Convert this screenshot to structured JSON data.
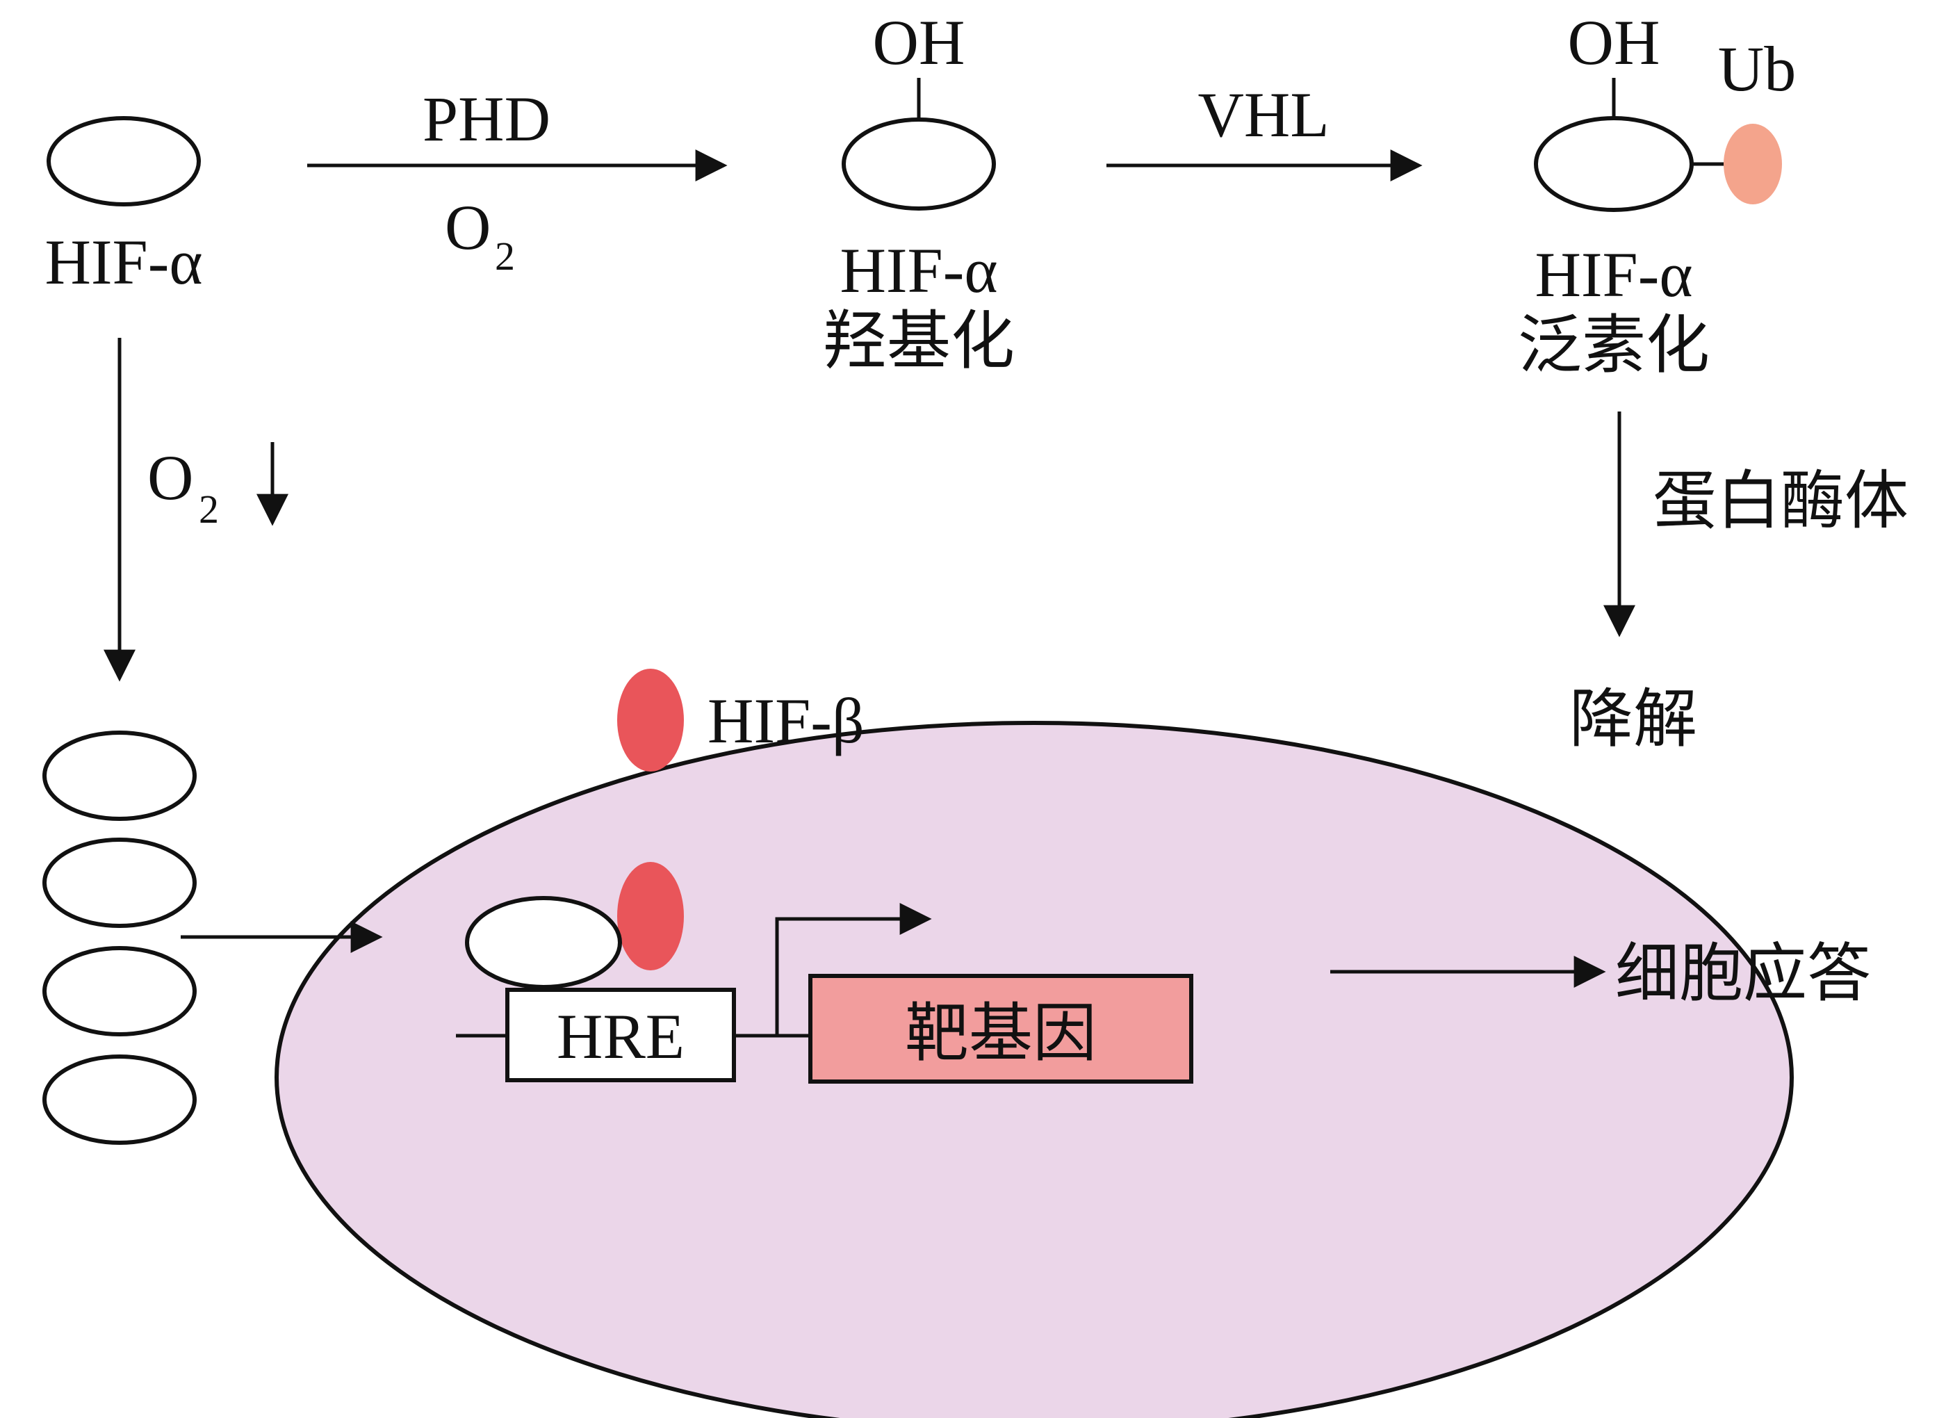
{
  "labels": {
    "hif_alpha": "HIF-α",
    "phd": "PHD",
    "o2": "O",
    "o2_sub": "2",
    "oh": "OH",
    "hydroxylation": "羟基化",
    "vhl": "VHL",
    "ub": "Ub",
    "ubiquitination": "泛素化",
    "proteasome": "蛋白酶体",
    "degradation": "降解",
    "hif_beta": "HIF-β",
    "hre": "HRE",
    "target_gene": "靶基因",
    "cell_response": "细胞应答"
  },
  "colors": {
    "nucleus_fill": "#ebd6e9",
    "hif_beta_red": "#e9555a",
    "ub_salmon": "#f4a48c",
    "target_gene_fill": "#f29d9d"
  }
}
